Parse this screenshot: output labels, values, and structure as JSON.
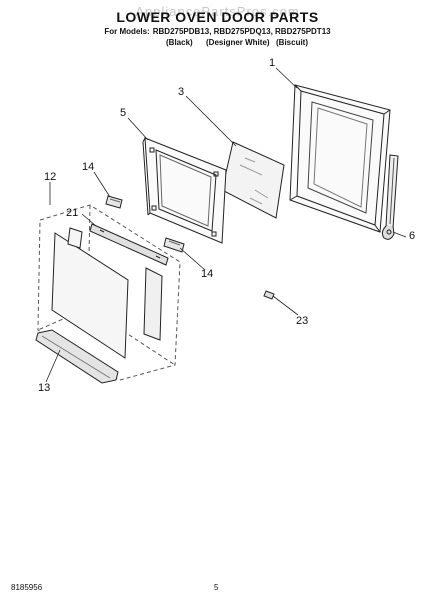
{
  "header": {
    "title": "LOWER OVEN DOOR PARTS",
    "watermark": "AppliancePartsPros.com",
    "models_label": "For Models:",
    "models": "RBD275PDB13, RBD275PDQ13, RBD275PDT13",
    "finishes": [
      "(Black)",
      "(Designer White)",
      "(Biscuit)"
    ]
  },
  "callouts": [
    "1",
    "3",
    "5",
    "14",
    "12",
    "21",
    "14",
    "6",
    "23",
    "13"
  ],
  "footer": {
    "doc_number": "8185956",
    "page": "5"
  }
}
